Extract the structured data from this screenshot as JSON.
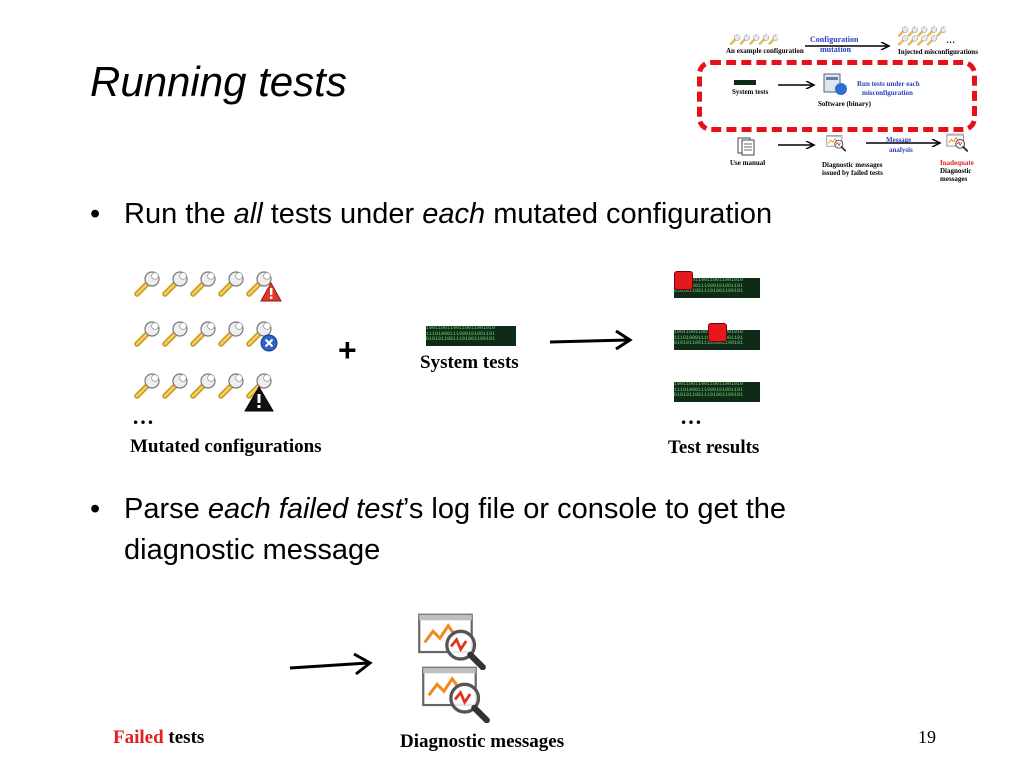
{
  "slide": {
    "title": "Running tests",
    "page_number": "19"
  },
  "bullets": {
    "b1": {
      "pre": "Run the ",
      "em1": "all",
      "mid": " tests under ",
      "em2": "each",
      "post": " mutated configuration"
    },
    "b2": {
      "pre": "Parse ",
      "em": "each failed test",
      "post": "’s log file or console to get the",
      "line2": "diagnostic message"
    }
  },
  "section1": {
    "plus": "+",
    "system_tests": "System tests",
    "ellipsis": "…",
    "mutated_configurations": "Mutated configurations",
    "test_results": "Test results"
  },
  "section2": {
    "failed": "Failed",
    "tests": " tests",
    "diagnostic_messages": "Diagnostic messages"
  },
  "overview": {
    "example_config": "An example configuration",
    "config_mutation_1": "Configuration",
    "config_mutation_2": "mutation",
    "ellipsis": "…",
    "injected": "Injected misconfigurations",
    "system_tests": "System tests",
    "run_tests_1": "Run tests under each",
    "run_tests_2": "misconfiguration",
    "software": "Software (binary)",
    "use_manual": "Use manual",
    "diag_1": "Diagnostic messages",
    "diag_2": "issued by failed tests",
    "msg_analysis_1": "Message",
    "msg_analysis_2": "analysis",
    "inadequate": "Inadequate",
    "inadequate_2": "Diagnostic",
    "inadequate_3": "messages"
  },
  "colors": {
    "accent_blue": "#2a3fbf",
    "failed_red": "#e02020",
    "dash_red": "#e5101a",
    "stop_red": "#e5181e"
  },
  "icons": [
    "wrench-icon",
    "warning-icon",
    "error-icon",
    "binary-log-icon",
    "stop-icon",
    "diagnostic-chart-icon",
    "arrow-icon",
    "document-icon",
    "software-icon"
  ]
}
